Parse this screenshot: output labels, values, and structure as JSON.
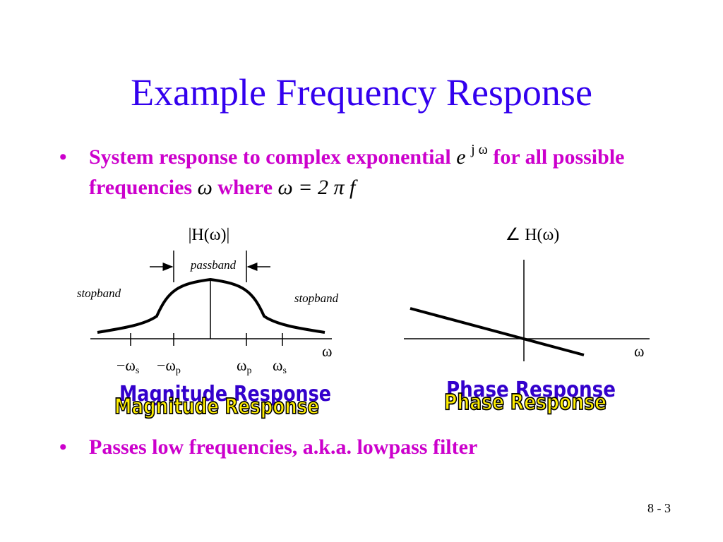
{
  "title": "Example Frequency Response",
  "bullets": [
    {
      "text_a": "System response to complex exponential ",
      "math_e": "e",
      "math_sup": "j ω",
      "text_b": " for all possible frequencies ",
      "math_omega": "ω",
      "text_c": " where ",
      "math_eq": "ω = 2 π f"
    },
    {
      "text": "Passes low frequencies, a.k.a. lowpass filter"
    }
  ],
  "magnitude_plot": {
    "title": "|H(ω)|",
    "passband_label": "passband",
    "stopband_left_label": "stopband",
    "stopband_right_label": "stopband",
    "axis_label": "ω",
    "ticks": [
      "−ω",
      "s",
      "−ω",
      "p",
      "ω",
      "p",
      "ω",
      "s"
    ],
    "caption": "Magnitude Response"
  },
  "phase_plot": {
    "title": "∠ H(ω)",
    "axis_label": "ω",
    "caption": "Phase Response"
  },
  "page_number": "8 - 3",
  "colors": {
    "title": "#3300ee",
    "bullet": "#cc00cc",
    "wordart_fill": "#ffee00",
    "wordart_bg": "#3300cc"
  }
}
